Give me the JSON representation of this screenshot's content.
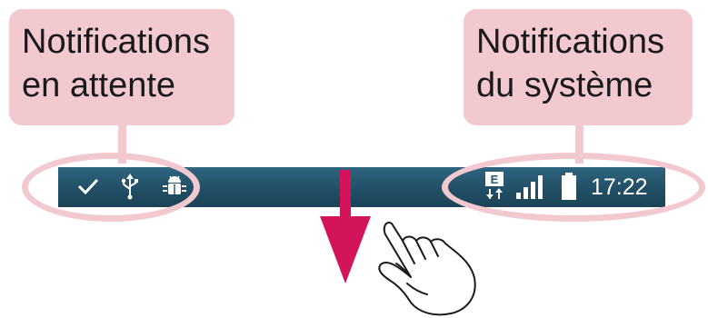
{
  "callouts": {
    "pending": {
      "line1": "Notifications",
      "line2": "en attente"
    },
    "system": {
      "line1": "Notifications",
      "line2": "du système"
    }
  },
  "status_bar": {
    "left_icons": [
      "checkmark-icon",
      "usb-icon",
      "android-debug-icon"
    ],
    "right_icons": [
      "edge-data-icon",
      "signal-strength-icon",
      "battery-icon"
    ],
    "time": "17:22"
  },
  "gesture": {
    "arrow_direction": "down",
    "hand": "swipe-down-hand-icon"
  },
  "colors": {
    "callout": "#f2c9cf",
    "status_bar": "#255a73",
    "arrow": "#d4145a"
  }
}
